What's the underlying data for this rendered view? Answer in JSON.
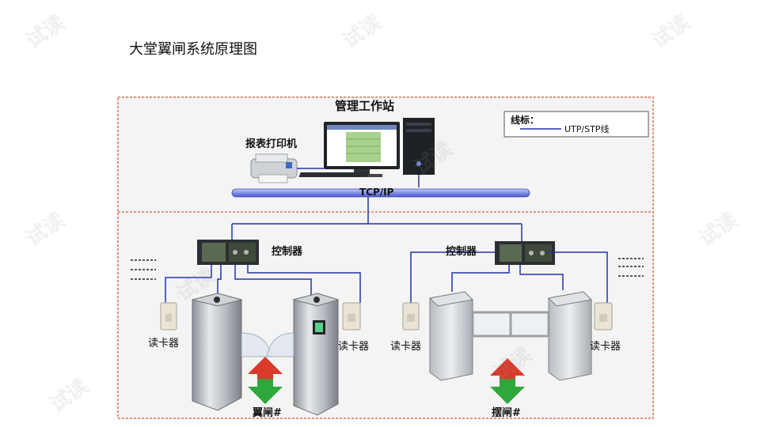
{
  "page": {
    "title": "大堂翼闸系统原理图",
    "watermark_text": "试读"
  },
  "diagram": {
    "top_section": {
      "workstation_label": "管理工作站",
      "printer_label": "报表打印机",
      "network_label": "TCP/IP"
    },
    "legend": {
      "title": "线标：",
      "line_label": "UTP/STP线",
      "line_color": "#2233aa"
    },
    "left_group": {
      "controller_label": "控制器",
      "reader_left_label": "读卡器",
      "reader_right_label": "读卡器",
      "gate_label": "翼闸#"
    },
    "right_group": {
      "controller_label": "控制器",
      "reader_left_label": "读卡器",
      "reader_right_label": "读卡器",
      "gate_label": "摆闸#"
    },
    "colors": {
      "border_dashed": "#d9785a",
      "bus": "#7f8fe6",
      "wire": "#2233aa",
      "arrow_in": "#d93a2a",
      "arrow_out": "#2ea83a"
    }
  }
}
